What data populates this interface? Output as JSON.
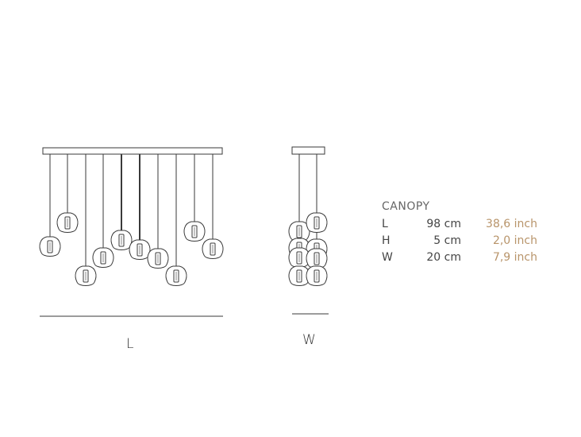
{
  "dimension_labels": {
    "length": "L",
    "width": "W"
  },
  "canopy": {
    "title": "CANOPY",
    "rows": [
      {
        "key": "L",
        "cm": "98 cm",
        "inch": "38,6 inch"
      },
      {
        "key": "H",
        "cm": "5 cm",
        "inch": "2,0 inch"
      },
      {
        "key": "W",
        "cm": "20 cm",
        "inch": "7,9 inch"
      }
    ]
  },
  "colors": {
    "line": "#3a3a3a",
    "accent_inch": "#b8946a"
  }
}
